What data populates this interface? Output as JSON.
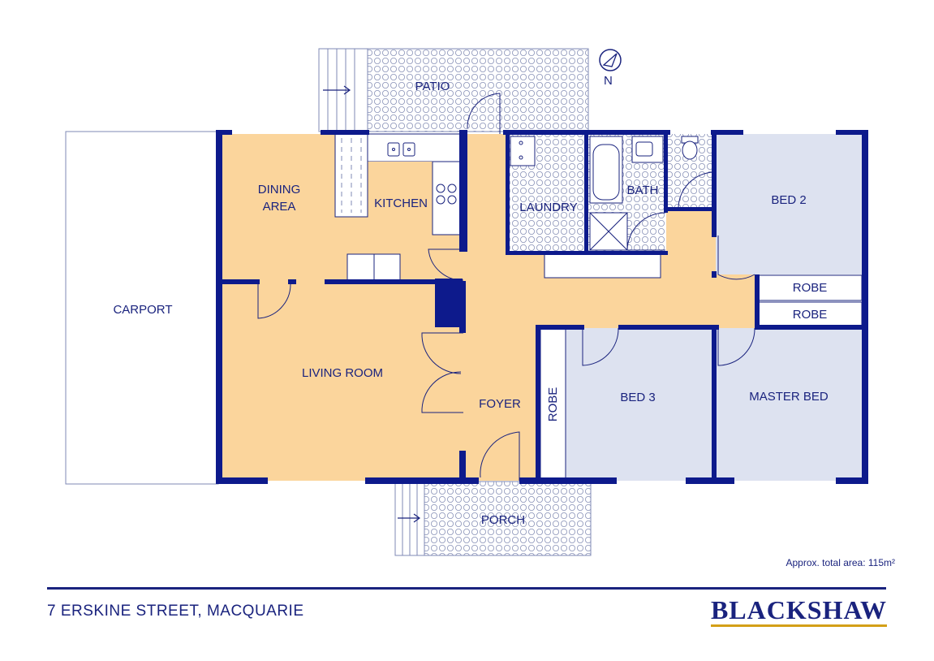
{
  "rooms": {
    "patio": "PATIO",
    "carport": "CARPORT",
    "dining": "DINING",
    "dining2": "AREA",
    "kitchen": "KITCHEN",
    "laundry": "LAUNDRY",
    "bath": "BATH",
    "bed2": "BED 2",
    "robe_top": "ROBE",
    "robe_mid": "ROBE",
    "robe_vertical": "ROBE",
    "living": "LIVING ROOM",
    "foyer": "FOYER",
    "bed3": "BED 3",
    "master": "MASTER BED",
    "porch": "PORCH"
  },
  "compass": {
    "label": "N"
  },
  "area_note": "Approx. total area: 115m²",
  "address": "7 ERSKINE STREET, MACQUARIE",
  "brand": "BLACKSHAW",
  "colors": {
    "wall": "#0d1a8c",
    "living_fill": "#fbd59c",
    "bedroom_fill": "#dde2f0",
    "brand": "#1a237e",
    "brand_accent": "#d4a017"
  }
}
